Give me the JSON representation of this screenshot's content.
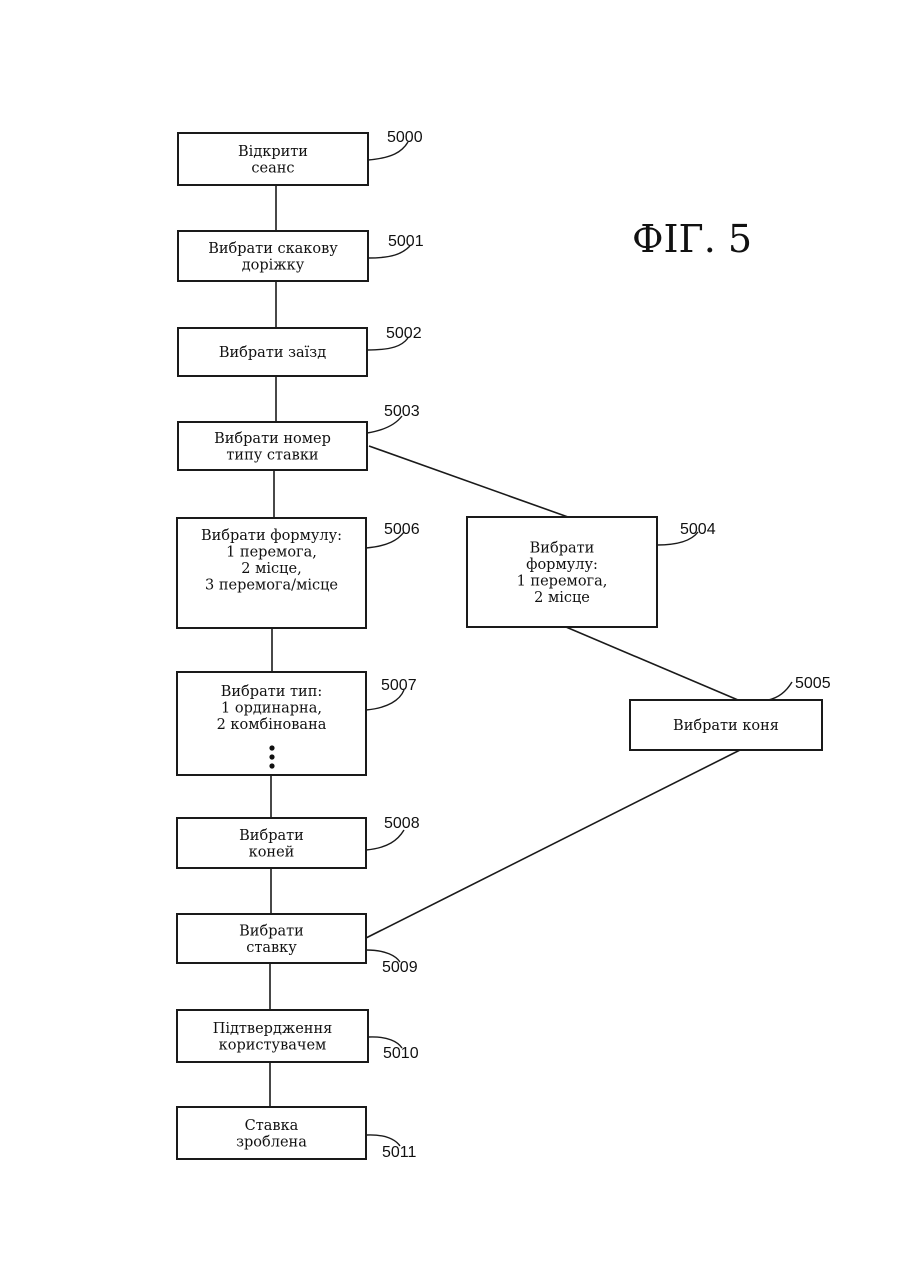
{
  "figure_title": "ФІГ. 5",
  "nodes": [
    {
      "id": "5000",
      "ref": "5000",
      "lines": [
        "Відкрити",
        "сеанс"
      ]
    },
    {
      "id": "5001",
      "ref": "5001",
      "lines": [
        "Вибрати скакову",
        "доріжку"
      ]
    },
    {
      "id": "5002",
      "ref": "5002",
      "lines": [
        "Вибрати заїзд"
      ]
    },
    {
      "id": "5003",
      "ref": "5003",
      "lines": [
        "Вибрати номер",
        "типу ставки"
      ]
    },
    {
      "id": "5006",
      "ref": "5006",
      "lines": [
        "Вибрати формулу:",
        "1 перемога,",
        "2 місце,",
        "3 перемога/місце"
      ]
    },
    {
      "id": "5004",
      "ref": "5004",
      "lines": [
        "Вибрати",
        "формулу:",
        "1 перемога,",
        "2 місце"
      ]
    },
    {
      "id": "5007",
      "ref": "5007",
      "lines": [
        "Вибрати тип:",
        "1 ординарна,",
        "2 комбінована"
      ]
    },
    {
      "id": "5005",
      "ref": "5005",
      "lines": [
        "Вибрати коня"
      ]
    },
    {
      "id": "5008",
      "ref": "5008",
      "lines": [
        "Вибрати",
        "коней"
      ]
    },
    {
      "id": "5009",
      "ref": "5009",
      "lines": [
        "Вибрати",
        "ставку"
      ]
    },
    {
      "id": "5010",
      "ref": "5010",
      "lines": [
        "Підтвердження",
        "користувачем"
      ]
    },
    {
      "id": "5011",
      "ref": "5011",
      "lines": [
        "Ставка",
        "зроблена"
      ]
    }
  ],
  "edges": [
    {
      "from": "5000",
      "to": "5001"
    },
    {
      "from": "5001",
      "to": "5002"
    },
    {
      "from": "5002",
      "to": "5003"
    },
    {
      "from": "5003",
      "to": "5006"
    },
    {
      "from": "5003",
      "to": "5004"
    },
    {
      "from": "5006",
      "to": "5007"
    },
    {
      "from": "5007",
      "to": "5008"
    },
    {
      "from": "5004",
      "to": "5005"
    },
    {
      "from": "5008",
      "to": "5009"
    },
    {
      "from": "5005",
      "to": "5009"
    },
    {
      "from": "5009",
      "to": "5010"
    },
    {
      "from": "5010",
      "to": "5011"
    }
  ]
}
